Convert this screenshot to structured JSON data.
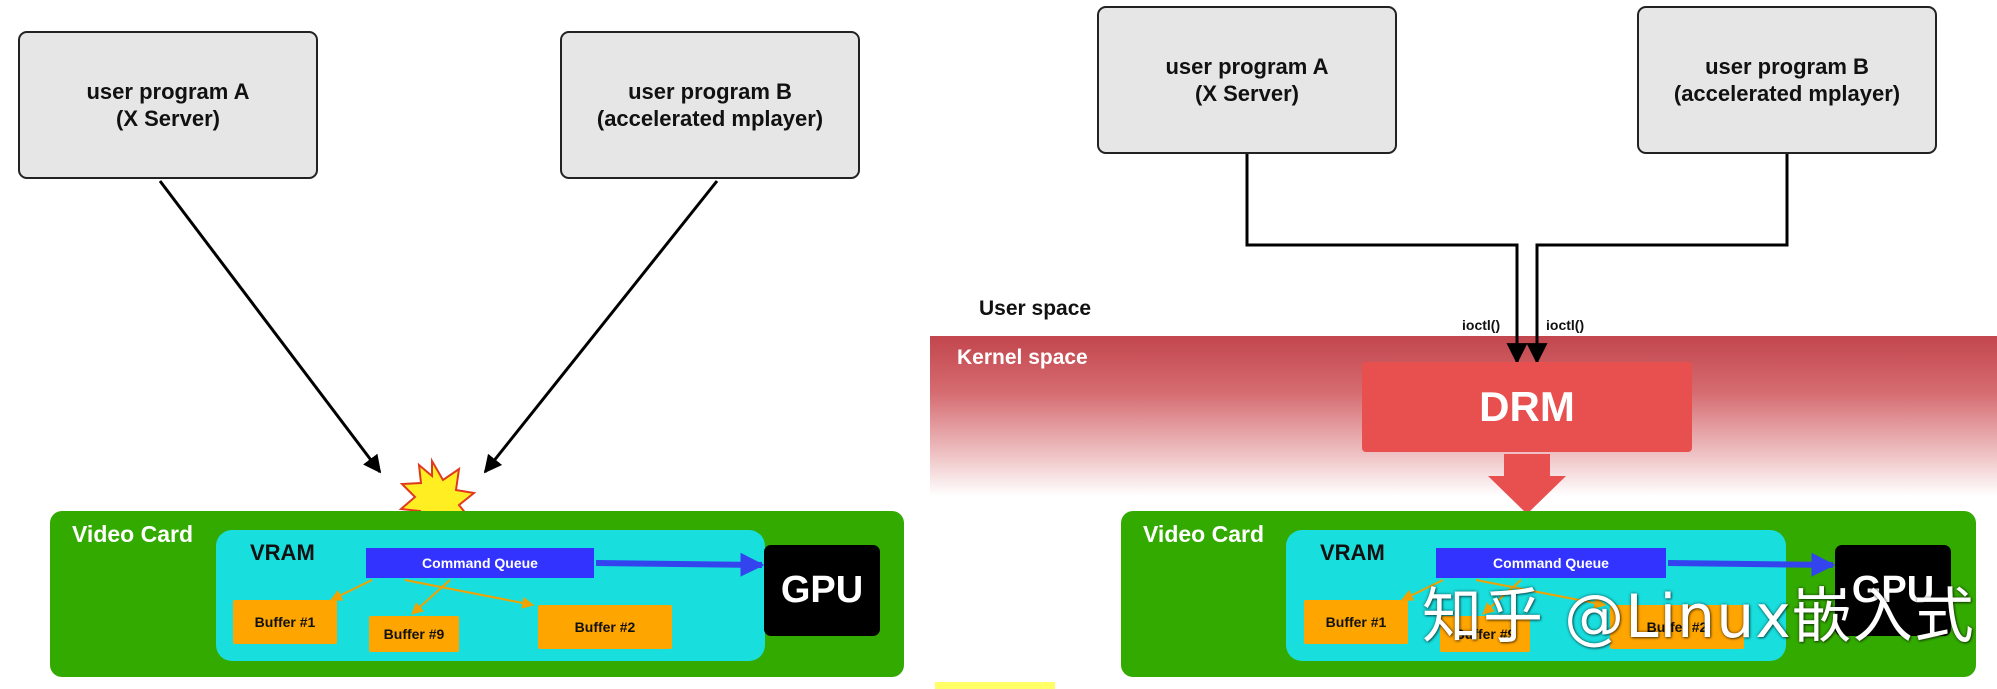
{
  "left": {
    "program_a": {
      "line1": "user program A",
      "line2": "(X Server)"
    },
    "program_b": {
      "line1": "user program B",
      "line2": "(accelerated mplayer)"
    },
    "video_card": {
      "label": "Video Card",
      "vram_label": "VRAM",
      "command_queue": "Command Queue",
      "buffers": [
        "Buffer #1",
        "Buffer #9",
        "Buffer #2"
      ],
      "gpu": "GPU"
    }
  },
  "right": {
    "program_a": {
      "line1": "user program A",
      "line2": "(X Server)"
    },
    "program_b": {
      "line1": "user program B",
      "line2": "(accelerated mplayer)"
    },
    "user_space": "User space",
    "kernel_space": "Kernel space",
    "ioctl_left": "ioctl()",
    "ioctl_right": "ioctl()",
    "drm": "DRM",
    "video_card": {
      "label": "Video Card",
      "vram_label": "VRAM",
      "command_queue": "Command Queue",
      "buffers": [
        "Buffer #1",
        "Buffer #9",
        "Buffer #2"
      ],
      "gpu": "GPU"
    }
  },
  "watermark": "知乎 @Linux嵌入式",
  "colors": {
    "video_card": "#33aa00",
    "vram": "#19dede",
    "command_queue": "#3333ff",
    "buffer": "#ffa500",
    "drm": "#e85050",
    "kernel_band": "#c2464d"
  }
}
